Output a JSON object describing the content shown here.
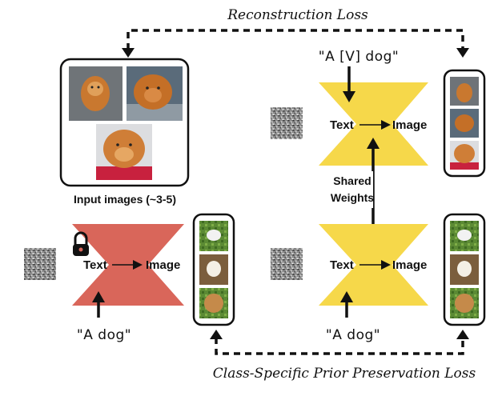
{
  "titles": {
    "reconstruction_loss": "Reconstruction Loss",
    "prior_preservation_loss": "Class-Specific Prior Preservation Loss"
  },
  "labels": {
    "input_images": "Input images (~3-5)",
    "shared_weights_line1": "Shared",
    "shared_weights_line2": "Weights"
  },
  "prompts": {
    "top_right": "\"A [V] dog\"",
    "bottom_left": "\"A dog\"",
    "bottom_right": "\"A dog\""
  },
  "models": {
    "frozen": {
      "text": "Text",
      "image": "Image",
      "color": "#d9665a"
    },
    "finetuned_top": {
      "text": "Text",
      "image": "Image",
      "color": "#f6d84a"
    },
    "finetuned_bottom": {
      "text": "Text",
      "image": "Image",
      "color": "#f6d84a"
    }
  },
  "colors": {
    "frozen_model": "#d9665a",
    "finetuned_model": "#f6d84a",
    "arrow": "#111111",
    "noise": "#8a8a8a"
  },
  "icons": {
    "lock": "lock-icon"
  }
}
